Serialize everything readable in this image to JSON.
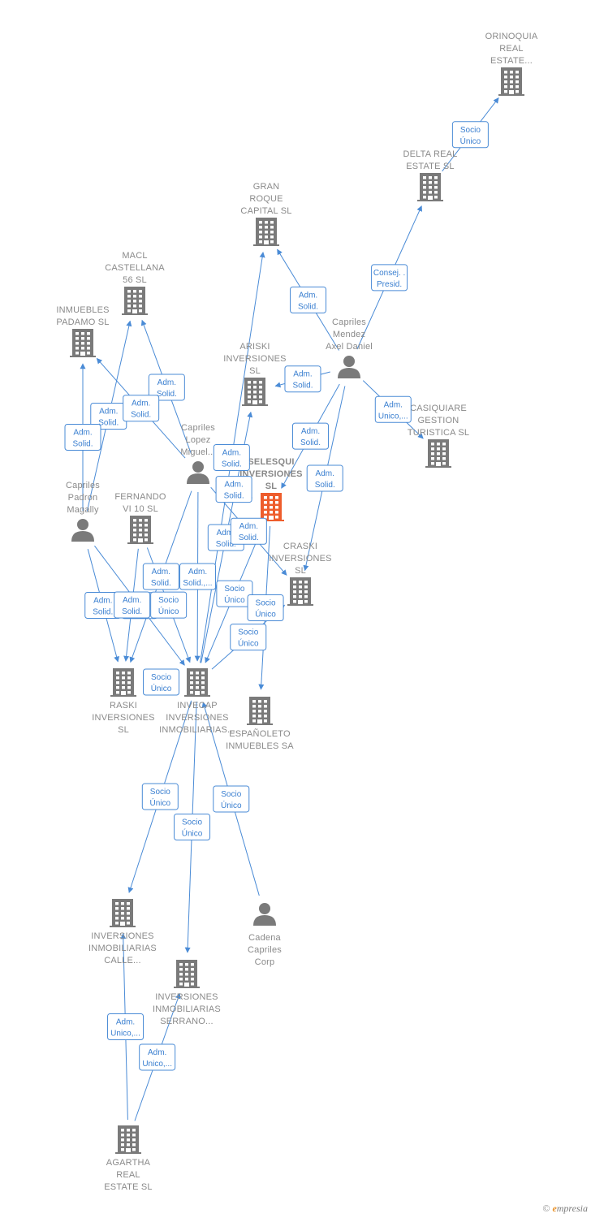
{
  "colors": {
    "node": "#7a7a7a",
    "main": "#ee5d2c",
    "edge": "#4a8bd6"
  },
  "nodes": [
    {
      "id": "orinoquia",
      "type": "company",
      "lines": [
        "ORINOQUIA",
        "REAL",
        "ESTATE..."
      ]
    },
    {
      "id": "delta",
      "type": "company",
      "lines": [
        "DELTA REAL",
        "ESTATE SL"
      ]
    },
    {
      "id": "granroque",
      "type": "company",
      "lines": [
        "GRAN",
        "ROQUE",
        "CAPITAL  SL"
      ]
    },
    {
      "id": "macl",
      "type": "company",
      "lines": [
        "MACL",
        "CASTELLANA",
        "56 SL"
      ]
    },
    {
      "id": "padamo",
      "type": "company",
      "lines": [
        "INMUEBLES",
        "PADAMO  SL"
      ]
    },
    {
      "id": "capriles_mendez",
      "type": "person",
      "lines": [
        "Capriles",
        "Mendez",
        "Axel Daniel"
      ]
    },
    {
      "id": "ariski",
      "type": "company",
      "lines": [
        "ARISKI",
        "INVERSIONES",
        "SL"
      ]
    },
    {
      "id": "casiquiare",
      "type": "company",
      "lines": [
        "CASIQUIARE",
        "GESTION",
        "TURISTICA SL"
      ]
    },
    {
      "id": "capriles_lopez",
      "type": "person",
      "lines": [
        "Capriles",
        "Lopez",
        "Miguel..."
      ]
    },
    {
      "id": "selesqui",
      "type": "main",
      "lines": [
        "SELESQUI",
        "INVERSIONES",
        "SL"
      ]
    },
    {
      "id": "capriles_padron",
      "type": "person",
      "lines": [
        "Capriles",
        "Padron",
        "Magally"
      ]
    },
    {
      "id": "fernando",
      "type": "company",
      "lines": [
        "FERNANDO",
        "VI 10  SL"
      ]
    },
    {
      "id": "craski",
      "type": "company",
      "lines": [
        "CRASKI",
        "INVERSIONES",
        "SL"
      ]
    },
    {
      "id": "raski",
      "type": "company",
      "lines": [
        "RASKI",
        "INVERSIONES",
        "SL"
      ]
    },
    {
      "id": "invecap",
      "type": "company",
      "lines": [
        "INVECAP",
        "INVERSIONES",
        "INMOBILIARIAS..."
      ]
    },
    {
      "id": "espanoleto",
      "type": "company",
      "lines": [
        "ESPAÑOLETO",
        "INMUEBLES SA"
      ]
    },
    {
      "id": "inv_calle",
      "type": "company",
      "lines": [
        "INVERSIONES",
        "INMOBILIARIAS",
        "CALLE..."
      ]
    },
    {
      "id": "cadena",
      "type": "person",
      "lines": [
        "Cadena",
        "Capriles",
        "Corp"
      ]
    },
    {
      "id": "inv_serrano",
      "type": "company",
      "lines": [
        "INVERSIONES",
        "INMOBILIARIAS",
        "SERRANO..."
      ]
    },
    {
      "id": "agartha",
      "type": "company",
      "lines": [
        "AGARTHA",
        "REAL",
        "ESTATE  SL"
      ]
    }
  ],
  "edges": [
    {
      "from": "delta",
      "to": "orinoquia",
      "label": [
        "Socio",
        "Único"
      ]
    },
    {
      "from": "capriles_mendez",
      "to": "delta",
      "label": [
        "Consej. .",
        "Presid."
      ]
    },
    {
      "from": "capriles_mendez",
      "to": "granroque",
      "label": [
        "Adm.",
        "Solid."
      ]
    },
    {
      "from": "invecap",
      "to": "granroque",
      "label": [
        "Adm.",
        "Solid."
      ]
    },
    {
      "from": "capriles_lopez",
      "to": "macl",
      "label": [
        "Adm.",
        "Solid."
      ]
    },
    {
      "from": "capriles_padron",
      "to": "macl",
      "label": [
        "Adm.",
        "Solid."
      ]
    },
    {
      "from": "capriles_padron",
      "to": "padamo",
      "label": [
        "Adm.",
        "Solid."
      ]
    },
    {
      "from": "capriles_lopez",
      "to": "padamo",
      "label": [
        "Adm.",
        "Solid."
      ]
    },
    {
      "from": "capriles_mendez",
      "to": "ariski",
      "label": [
        "Adm.",
        "Solid."
      ]
    },
    {
      "from": "capriles_mendez",
      "to": "selesqui",
      "label": [
        "Adm.",
        "Solid."
      ]
    },
    {
      "from": "capriles_mendez",
      "to": "casiquiare",
      "label": [
        "Adm.",
        "Unico,..."
      ]
    },
    {
      "from": "capriles_mendez",
      "to": "craski",
      "label": [
        "Adm.",
        "Solid."
      ]
    },
    {
      "from": "invecap",
      "to": "ariski",
      "label": [
        "Adm.",
        "Solid."
      ]
    },
    {
      "from": "capriles_lopez",
      "to": "selesqui",
      "label": [
        "Adm.",
        "Solid."
      ]
    },
    {
      "from": "capriles_lopez",
      "to": "raski",
      "label": [
        "Adm.",
        "Solid."
      ]
    },
    {
      "from": "capriles_lopez",
      "to": "invecap",
      "label": [
        "Adm.",
        "Solid.,..."
      ]
    },
    {
      "from": "capriles_lopez",
      "to": "craski",
      "label": [
        "Adm.",
        "Solid."
      ]
    },
    {
      "from": "capriles_padron",
      "to": "raski",
      "label": [
        "Adm.",
        "Solid."
      ]
    },
    {
      "from": "capriles_padron",
      "to": "invecap",
      "label": [
        "Adm.",
        "Unico"
      ]
    },
    {
      "from": "fernando",
      "to": "raski",
      "label": [
        "Adm.",
        "Solid."
      ]
    },
    {
      "from": "fernando",
      "to": "invecap",
      "label": [
        "Socio",
        "Único"
      ]
    },
    {
      "from": "selesqui",
      "to": "invecap",
      "label": [
        "Socio",
        "Único"
      ]
    },
    {
      "from": "selesqui",
      "to": "espanoleto",
      "label": [
        "Socio",
        "Único"
      ]
    },
    {
      "from": "invecap",
      "to": "craski",
      "label": [
        "Socio",
        "Único"
      ]
    },
    {
      "from": "invecap",
      "to": "raski",
      "label": [
        "Socio",
        "Único"
      ]
    },
    {
      "from": "invecap",
      "to": "inv_calle",
      "label": [
        "Socio",
        "Único"
      ]
    },
    {
      "from": "invecap",
      "to": "inv_serrano",
      "label": [
        "Socio",
        "Único"
      ]
    },
    {
      "from": "cadena",
      "to": "invecap",
      "label": [
        "Socio",
        "Único"
      ]
    },
    {
      "from": "agartha",
      "to": "inv_calle",
      "label": [
        "Adm.",
        "Unico,..."
      ]
    },
    {
      "from": "agartha",
      "to": "inv_serrano",
      "label": [
        "Adm.",
        "Unico,..."
      ]
    }
  ],
  "footer": {
    "copyright": "©",
    "brand_initial": "e",
    "brand_rest": "mpresia"
  }
}
